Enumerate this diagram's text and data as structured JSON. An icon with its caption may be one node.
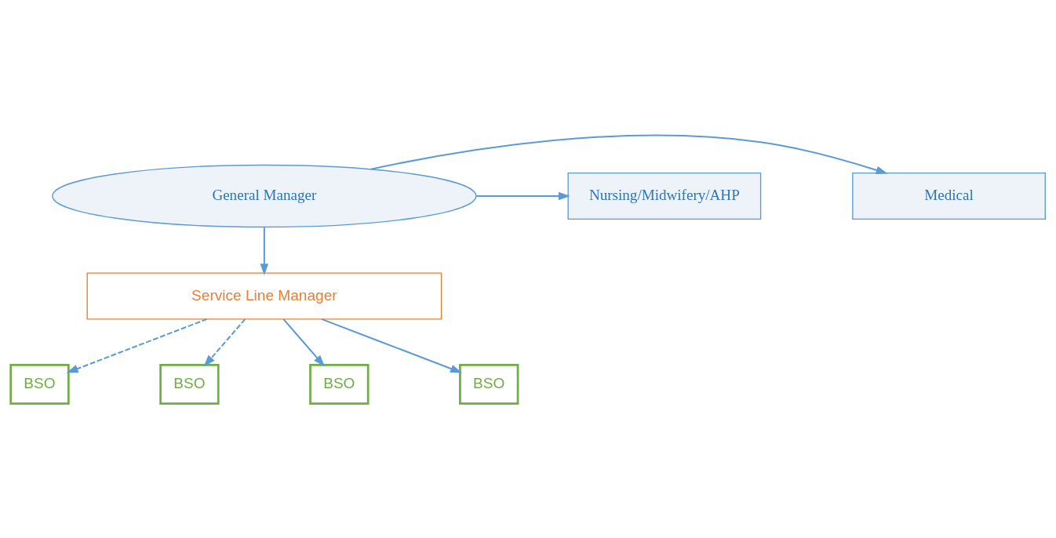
{
  "diagram": {
    "nodes": [
      {
        "text": [
          "Medical"
        ]
      },
      {
        "text": [
          "General Manager"
        ]
      },
      {
        "text": [
          "Nursing/Midwifery/AHP"
        ]
      },
      {
        "text": [
          "Service Line Manager"
        ]
      },
      {
        "text": [
          "BSO"
        ]
      },
      {
        "text": [
          "BSO"
        ]
      },
      {
        "text": [
          "BSO"
        ]
      },
      {
        "text": [
          "BSO"
        ]
      }
    ],
    "edges": [
      {
        "from": 1,
        "to": 0,
        "arrow": "to"
      },
      {
        "from": 1,
        "to": 2,
        "arrow": "to"
      },
      {
        "from": 1,
        "to": 3,
        "arrow": "to"
      },
      {
        "from": 3,
        "to": 4,
        "arrow": "to",
        "style": "dashed"
      },
      {
        "from": 3,
        "to": 5,
        "arrow": "to",
        "style": "dashed"
      },
      {
        "from": 3,
        "to": 6,
        "arrow": "to"
      },
      {
        "from": 3,
        "to": 7,
        "arrow": "to"
      }
    ]
  }
}
